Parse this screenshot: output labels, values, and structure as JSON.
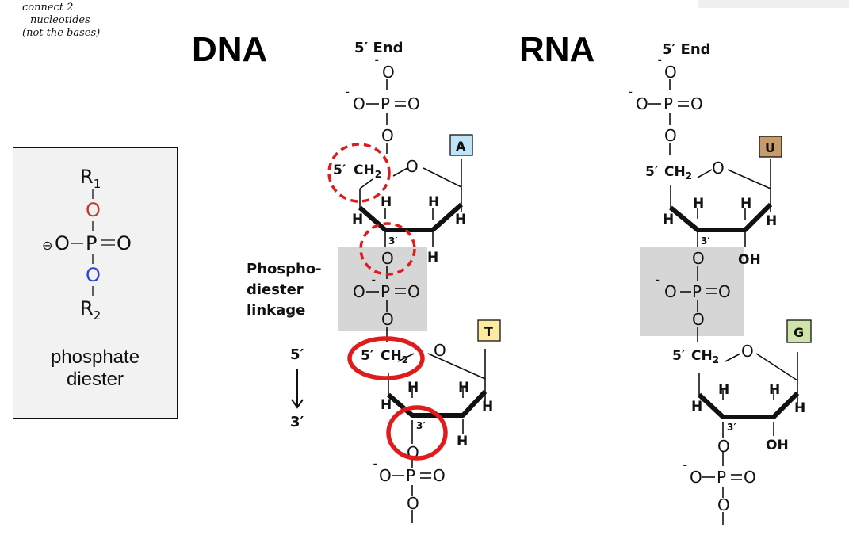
{
  "handwritten_note": [
    "connect 2",
    "nucleotides",
    "(not the bases)"
  ],
  "dna": {
    "title": "DNA",
    "end_label": "5′ End",
    "bases": [
      "A",
      "T"
    ],
    "linkage_label": [
      "Phospho-",
      "diester",
      "linkage"
    ],
    "direction": [
      "5′",
      "3′"
    ],
    "base_colors": {
      "A": "#bfe4f6",
      "T": "#fbeaa0"
    }
  },
  "rna": {
    "title": "RNA",
    "end_label": "5′ End",
    "bases": [
      "U",
      "G"
    ],
    "base_colors": {
      "U": "#c79b6a",
      "G": "#cfe4a8"
    }
  },
  "atoms": {
    "o_minus": "O",
    "o": "O",
    "p": "P",
    "ch2": "CH",
    "sub2": "2",
    "h": "H",
    "oh": "OH",
    "prime5": "5′",
    "prime3": "3′"
  },
  "legend": {
    "r1": "R",
    "r1_sub": "1",
    "r2": "R",
    "r2_sub": "2",
    "o": "O",
    "p": "P",
    "neg": "⊖",
    "caption_line1": "phosphate",
    "caption_line2": "diester"
  },
  "colors": {
    "highlight_red": "#e01b1b",
    "legend_o_top": "#c0392b",
    "legend_o_bottom": "#2f3fd0",
    "gray_box": "#d6d6d6"
  }
}
